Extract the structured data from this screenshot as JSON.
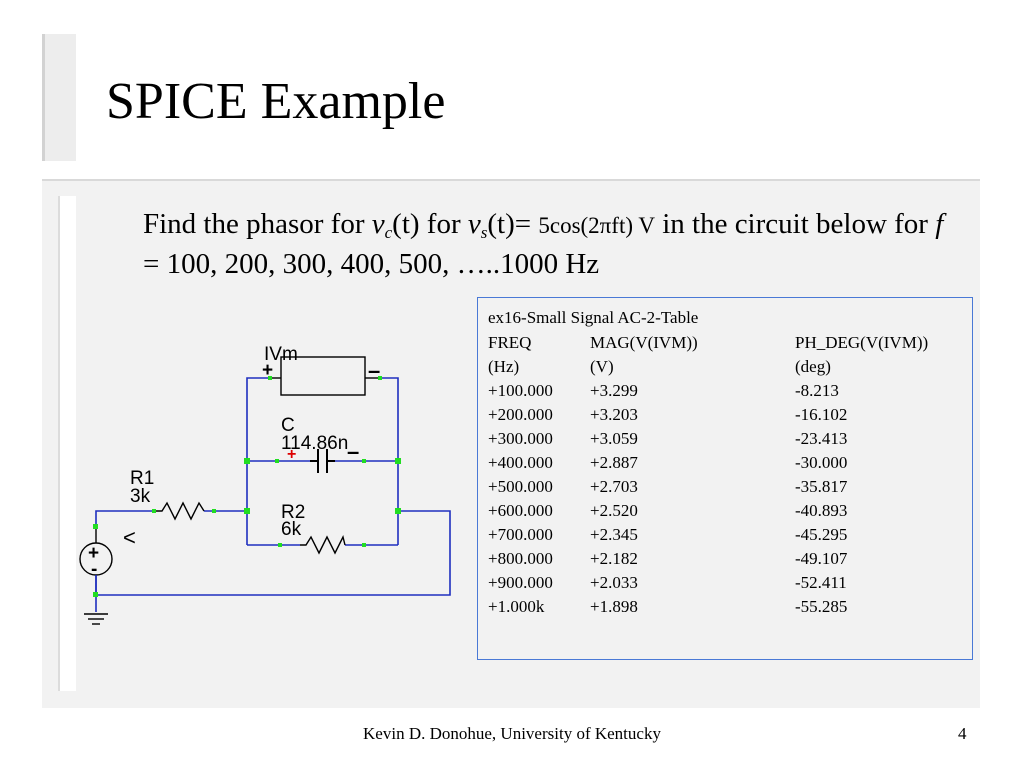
{
  "slide": {
    "title": "SPICE Example",
    "problem": {
      "p1": "Find the phasor for ",
      "v": "v",
      "c_sub": "c",
      "t1": "(t)",
      "p2": " for ",
      "v2": "v",
      "s_sub": "s",
      "t2": "(t)",
      "eq": "= ",
      "expr": "5cos(2πft) V",
      "p3": " in the circuit below for ",
      "f": "f",
      "p4": " = 100, 200, 300, 400, 500, …..1000 Hz"
    },
    "footer": "Kevin D. Donohue, University of Kentucky",
    "page_number": "4"
  },
  "circuit": {
    "ammeter_label": "IVm",
    "ammeter_plus": "+",
    "ammeter_minus": "–",
    "capacitor_name": "C",
    "capacitor_value": "114.86n",
    "capacitor_plus": "+",
    "capacitor_minus": "–",
    "r1_name": "R1",
    "r1_value": "3k",
    "r2_name": "R2",
    "r2_value": "6k",
    "source_symbol": "<",
    "source_plus": "+",
    "source_minus": "-"
  },
  "results_table": {
    "title": "ex16-Small Signal AC-2-Table",
    "headers": [
      "FREQ",
      "MAG(V(IVM))",
      "PH_DEG(V(IVM))"
    ],
    "units": [
      "(Hz)",
      "(V)",
      "(deg)"
    ],
    "rows": [
      [
        "+100.000",
        "+3.299",
        "-8.213"
      ],
      [
        "+200.000",
        "+3.203",
        "-16.102"
      ],
      [
        "+300.000",
        "+3.059",
        "-23.413"
      ],
      [
        "+400.000",
        "+2.887",
        "-30.000"
      ],
      [
        "+500.000",
        "+2.703",
        "-35.817"
      ],
      [
        "+600.000",
        "+2.520",
        "-40.893"
      ],
      [
        "+700.000",
        "+2.345",
        "-45.295"
      ],
      [
        "+800.000",
        "+2.182",
        "-49.107"
      ],
      [
        "+900.000",
        "+2.033",
        "-52.411"
      ],
      [
        "+1.000k",
        "+1.898",
        "-55.285"
      ]
    ]
  }
}
